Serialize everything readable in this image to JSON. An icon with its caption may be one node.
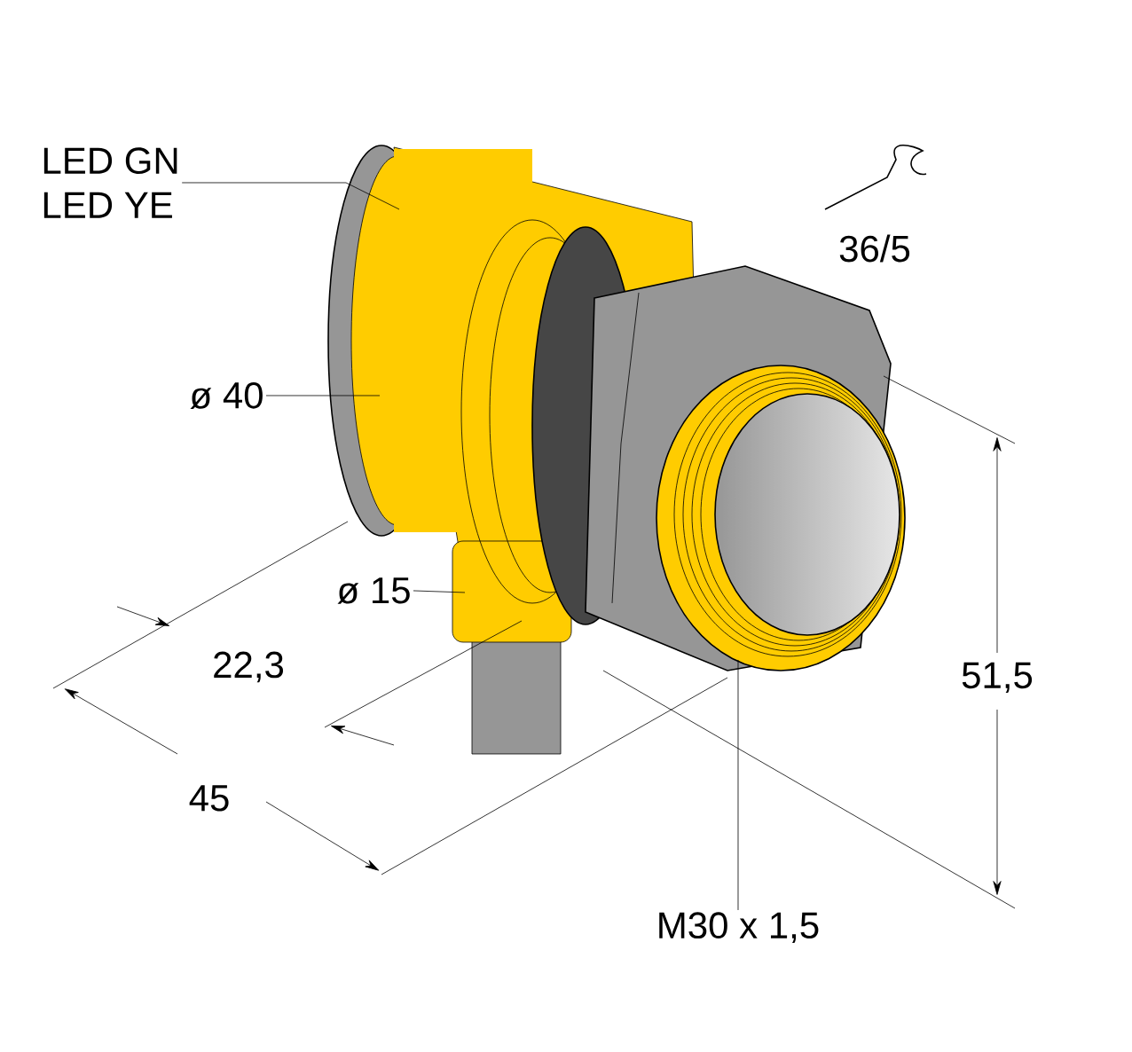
{
  "diagram": {
    "nodes": [
      {
        "text": [
          "LED GN",
          "LED YE"
        ]
      },
      {
        "text": [
          "ø 40"
        ]
      },
      {
        "text": [
          "ø 15"
        ]
      },
      {
        "text": [
          "M30 x 1,5"
        ]
      }
    ],
    "edges": [
      {
        "from": 0,
        "to": null,
        "arrow": "none"
      },
      {
        "from": 1,
        "to": null,
        "arrow": "none"
      },
      {
        "from": 2,
        "to": null,
        "arrow": "none"
      },
      {
        "from": 3,
        "to": null,
        "arrow": "none"
      }
    ],
    "labels": [
      "36/5",
      "22,3",
      "45",
      "51,5"
    ]
  }
}
